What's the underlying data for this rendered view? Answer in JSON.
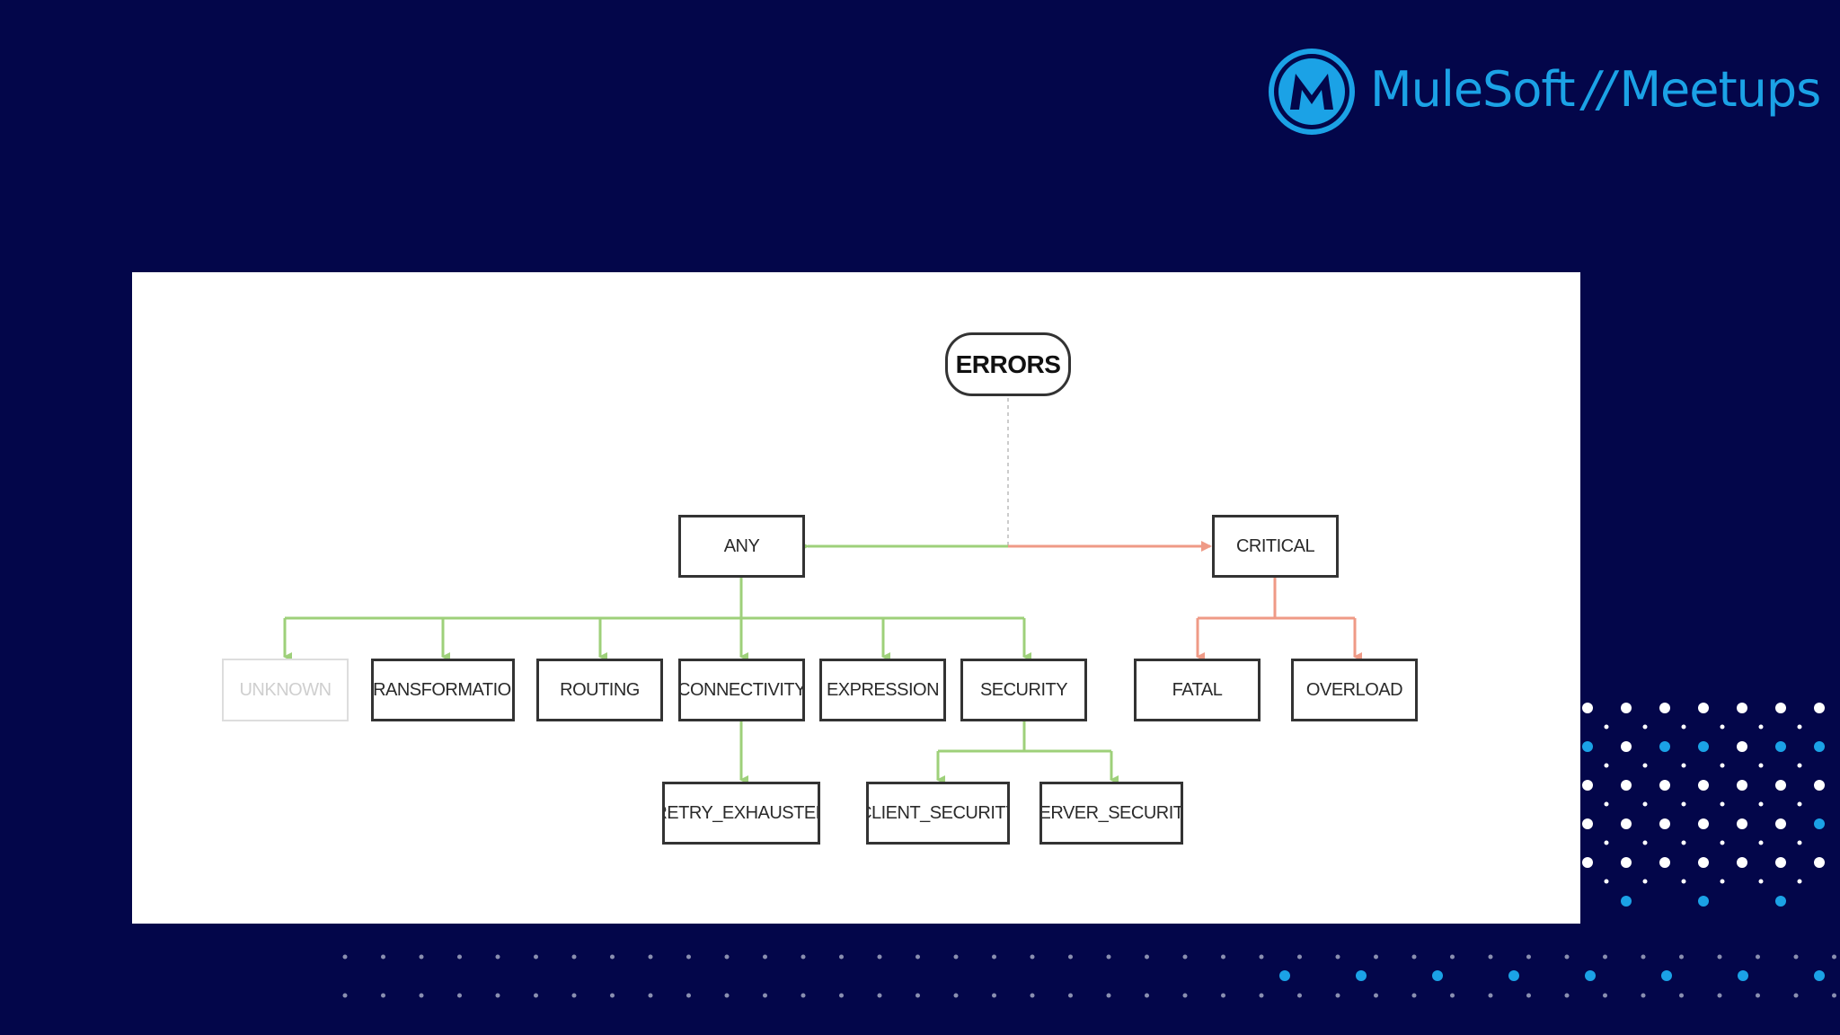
{
  "brand": {
    "name": "MuleSoft",
    "separator": "//",
    "event": "Meetups",
    "colors": {
      "background": "#03064a",
      "accent": "#1ba2e6",
      "dot_white": "#ffffff"
    }
  },
  "diagram": {
    "root": "ERRORS",
    "branches": {
      "any": "ANY",
      "critical": "CRITICAL"
    },
    "any_children": {
      "unknown": "UNKNOWN",
      "transformation": "TRANSFORMATION",
      "routing": "ROUTING",
      "connectivity": "CONNECTIVITY",
      "expression": "EXPRESSION",
      "security": "SECURITY"
    },
    "critical_children": {
      "fatal": "FATAL",
      "overload": "OVERLOAD"
    },
    "connectivity_children": {
      "retry_exhausted": "RETRY_EXHAUSTED"
    },
    "security_children": {
      "client_security": "CLIENT_SECURITY",
      "server_security": "SERVER_SECURITY"
    },
    "colors": {
      "any_edge": "#9ed07a",
      "critical_edge": "#ef9a86",
      "root_edge": "#cccccc",
      "node_border": "#333333"
    }
  }
}
